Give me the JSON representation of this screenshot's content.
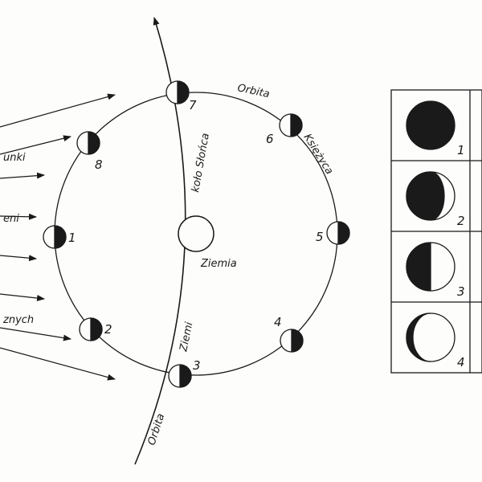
{
  "colors": {
    "ink": "#1a1a1a",
    "paper": "#fdfdfb"
  },
  "diagram": {
    "labels": {
      "orbita_top": "Orbita",
      "ksiezyca": "Księżyca",
      "kolo_slonca": "koło Słońca",
      "ziemia": "Ziemia",
      "ziemi": "Ziemi",
      "orbita_bottom": "Orbita",
      "left_1": "unki",
      "left_2": "eni",
      "left_3": "znych"
    },
    "moon_positions": [
      "1",
      "2",
      "3",
      "4",
      "5",
      "6",
      "7",
      "8"
    ],
    "phase_table": [
      "1",
      "2",
      "3",
      "4"
    ]
  }
}
